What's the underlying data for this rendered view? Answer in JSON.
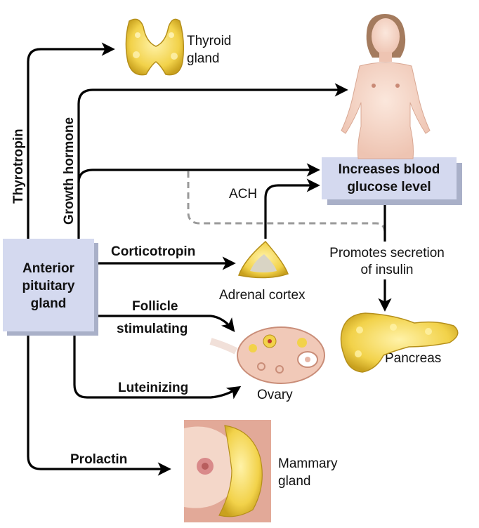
{
  "hub": {
    "line1": "Anterior",
    "line2": "pituitary",
    "line3": "gland"
  },
  "hormones": {
    "thyrotropin": "Thyrotropin",
    "growth_hormone": "Growth hormone",
    "corticotropin": "Corticotropin",
    "follicle_line1": "Follicle",
    "follicle_line2": "stimulating",
    "luteinizing": "Luteinizing",
    "prolactin": "Prolactin",
    "ach": "ACH"
  },
  "targets": {
    "thyroid_line1": "Thyroid",
    "thyroid_line2": "gland",
    "adrenal": "Adrenal cortex",
    "ovary": "Ovary",
    "pancreas": "Pancreas",
    "mammary_line1": "Mammary",
    "mammary_line2": "gland"
  },
  "effects": {
    "glucose_line1": "Increases blood",
    "glucose_line2": "glucose level",
    "insulin_line1": "Promotes secretion",
    "insulin_line2": "of insulin"
  },
  "colors": {
    "box_fill": "#d4d9ef",
    "box_shadow": "#a9b0c8",
    "gland_yellow": "#f2d24a",
    "skin": "#f4d7c9",
    "dashed_line": "#9a9a9a"
  }
}
